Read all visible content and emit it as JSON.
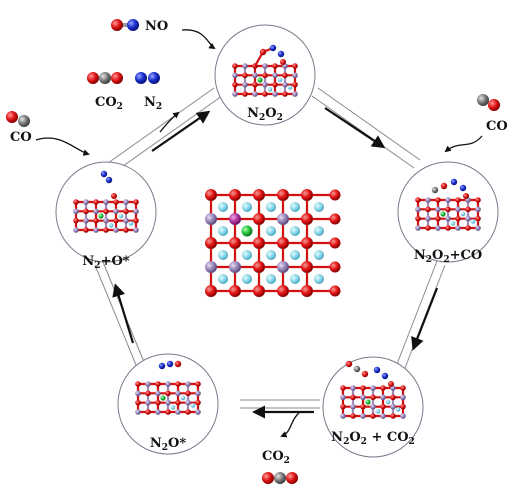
{
  "center_label": "",
  "states": [
    {
      "id": "n2o2",
      "label": "N",
      "sub": "2",
      "rest": "O",
      "sub2": "2",
      "tail": ""
    },
    {
      "id": "n2o2co",
      "label": "N",
      "sub": "2",
      "rest": "O",
      "sub2": "2",
      "tail": "+CO"
    },
    {
      "id": "n2o2co2",
      "label": "N",
      "sub": "2",
      "rest": "O",
      "sub2": "2",
      "tail": " + CO",
      "sub3": "2"
    },
    {
      "id": "n2o",
      "label": "N",
      "sub": "2",
      "rest": "O*",
      "sub2": "",
      "tail": ""
    },
    {
      "id": "n2o_star",
      "label": "N",
      "sub": "2",
      "rest": "+O*",
      "sub2": "",
      "tail": ""
    }
  ],
  "molecules": {
    "no": "NO",
    "co_right": "CO",
    "co_left": "CO",
    "co2_bottom": "CO",
    "co2_bottom_sub": "2",
    "co2_top": "CO",
    "co2_top_sub": "2",
    "n2_top": "N",
    "n2_top_sub": "2"
  },
  "colors": {
    "oxygen": "#e01515",
    "metal": "#9b86bd",
    "cation": "#8fd8ea",
    "dopant": "#22c43a",
    "nitrogen": "#1a2fd0",
    "carbon": "#7d7d7d",
    "ring": "#7a7a8c"
  }
}
